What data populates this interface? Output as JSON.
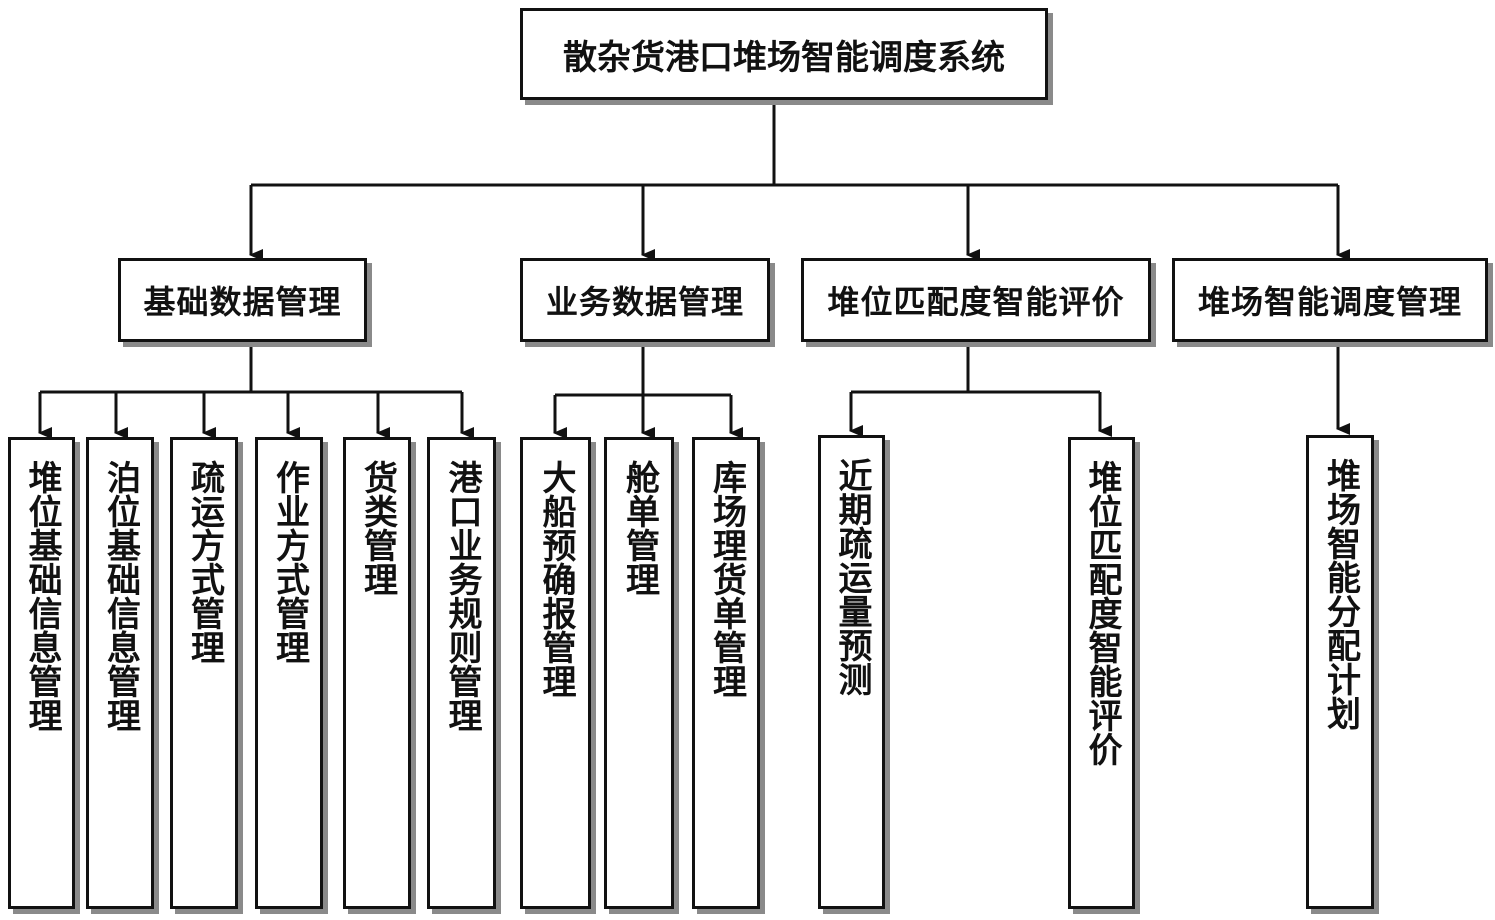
{
  "root": {
    "label": "散杂货港口堆场智能调度系统"
  },
  "level1": [
    {
      "label": "基础数据管理"
    },
    {
      "label": "业务数据管理"
    },
    {
      "label": "堆位匹配度智能评价"
    },
    {
      "label": "堆场智能调度管理"
    }
  ],
  "level2": {
    "base": [
      {
        "label": "堆位基础信息管理"
      },
      {
        "label": "泊位基础信息管理"
      },
      {
        "label": "疏运方式管理"
      },
      {
        "label": "作业方式管理"
      },
      {
        "label": "货类管理"
      },
      {
        "label": "港口业务规则管理"
      }
    ],
    "business": [
      {
        "label": "大船预确报管理"
      },
      {
        "label": "舱单管理"
      },
      {
        "label": "库场理货单管理"
      }
    ],
    "evaluation": [
      {
        "label": "近期疏运量预测"
      },
      {
        "label": "堆位匹配度智能评价"
      }
    ],
    "scheduling": [
      {
        "label": "堆场智能分配计划"
      }
    ]
  }
}
